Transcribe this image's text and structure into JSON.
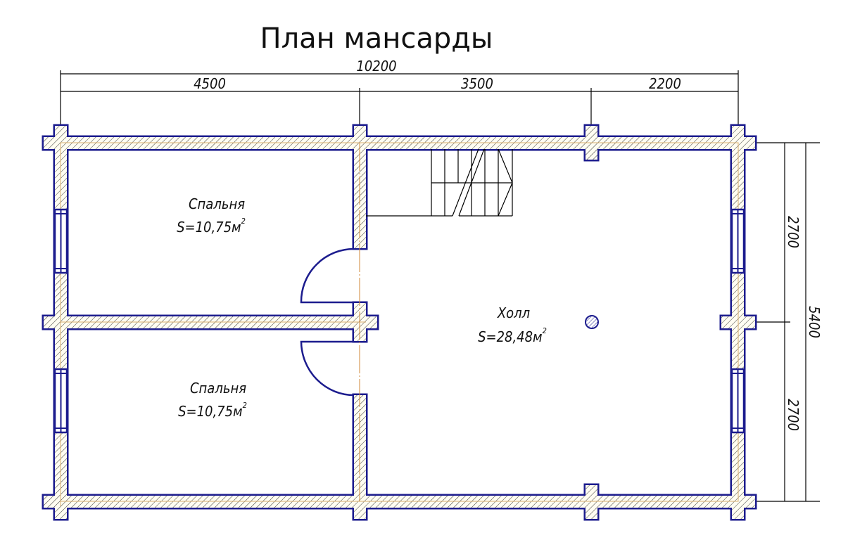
{
  "title": "План мансарды",
  "dimensions": {
    "total_width": "10200",
    "segments": [
      "4500",
      "3500",
      "2200"
    ],
    "right_segments": [
      "2700",
      "2700"
    ],
    "total_depth": "5400"
  },
  "rooms": [
    {
      "name": "Спальня",
      "area": "S=10,75м",
      "sup": "2"
    },
    {
      "name": "Спальня",
      "area": "S=10,75м",
      "sup": "2"
    },
    {
      "name": "Холл",
      "area": "S=28,48м",
      "sup": "2"
    }
  ],
  "colors": {
    "wall_outline": "#1c1c8e",
    "axis": "#d08a3a",
    "hatch_bg": "#fffdf2"
  }
}
